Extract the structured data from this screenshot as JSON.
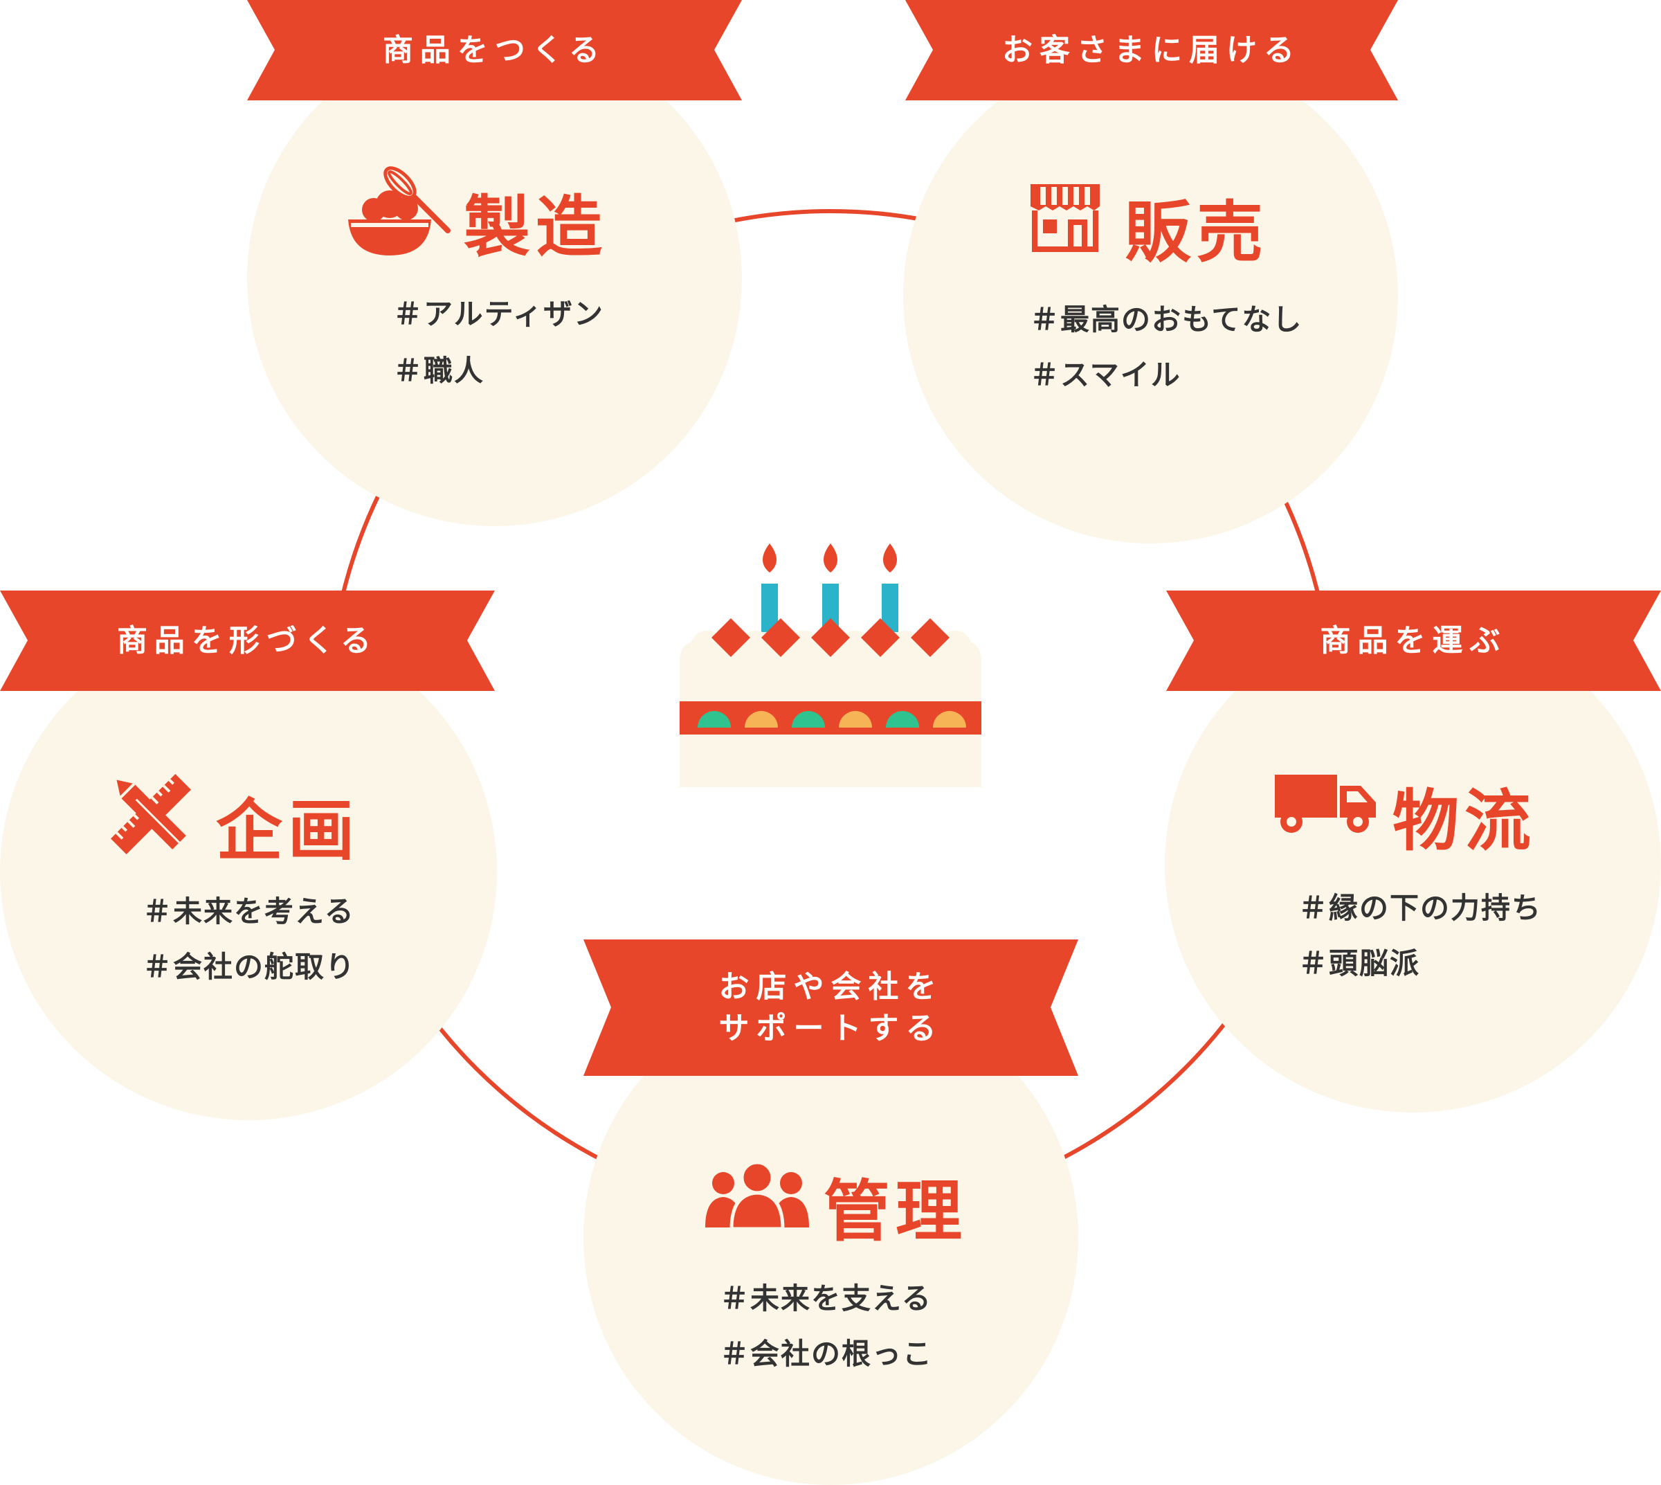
{
  "colors": {
    "accent": "#e8462a",
    "circle": "#fbf6e7",
    "text": "#333333",
    "candle": "#2bb3c9",
    "green": "#2fc38f",
    "orange": "#f7b457"
  },
  "sections": {
    "seizo": {
      "banner": "商品をつくる",
      "title": "製造",
      "icon": "bowl-whisk-icon",
      "tags": [
        "＃アルティザン",
        "＃職人"
      ]
    },
    "hanbai": {
      "banner": "お客さまに届ける",
      "title": "販売",
      "icon": "store-icon",
      "tags": [
        "＃最高のおもてなし",
        "＃スマイル"
      ]
    },
    "kikaku": {
      "banner": "商品を形づくる",
      "title": "企画",
      "icon": "pencil-ruler-icon",
      "tags": [
        "＃未来を考える",
        "＃会社の舵取り"
      ]
    },
    "butsuryu": {
      "banner": "商品を運ぶ",
      "title": "物流",
      "icon": "truck-icon",
      "tags": [
        "＃縁の下の力持ち",
        "＃頭脳派"
      ]
    },
    "kanri": {
      "banner": "お店や会社を\nサポートする",
      "title": "管理",
      "icon": "people-icon",
      "tags": [
        "＃未来を支える",
        "＃会社の根っこ"
      ]
    }
  },
  "center": {
    "icon": "birthday-cake-icon"
  }
}
